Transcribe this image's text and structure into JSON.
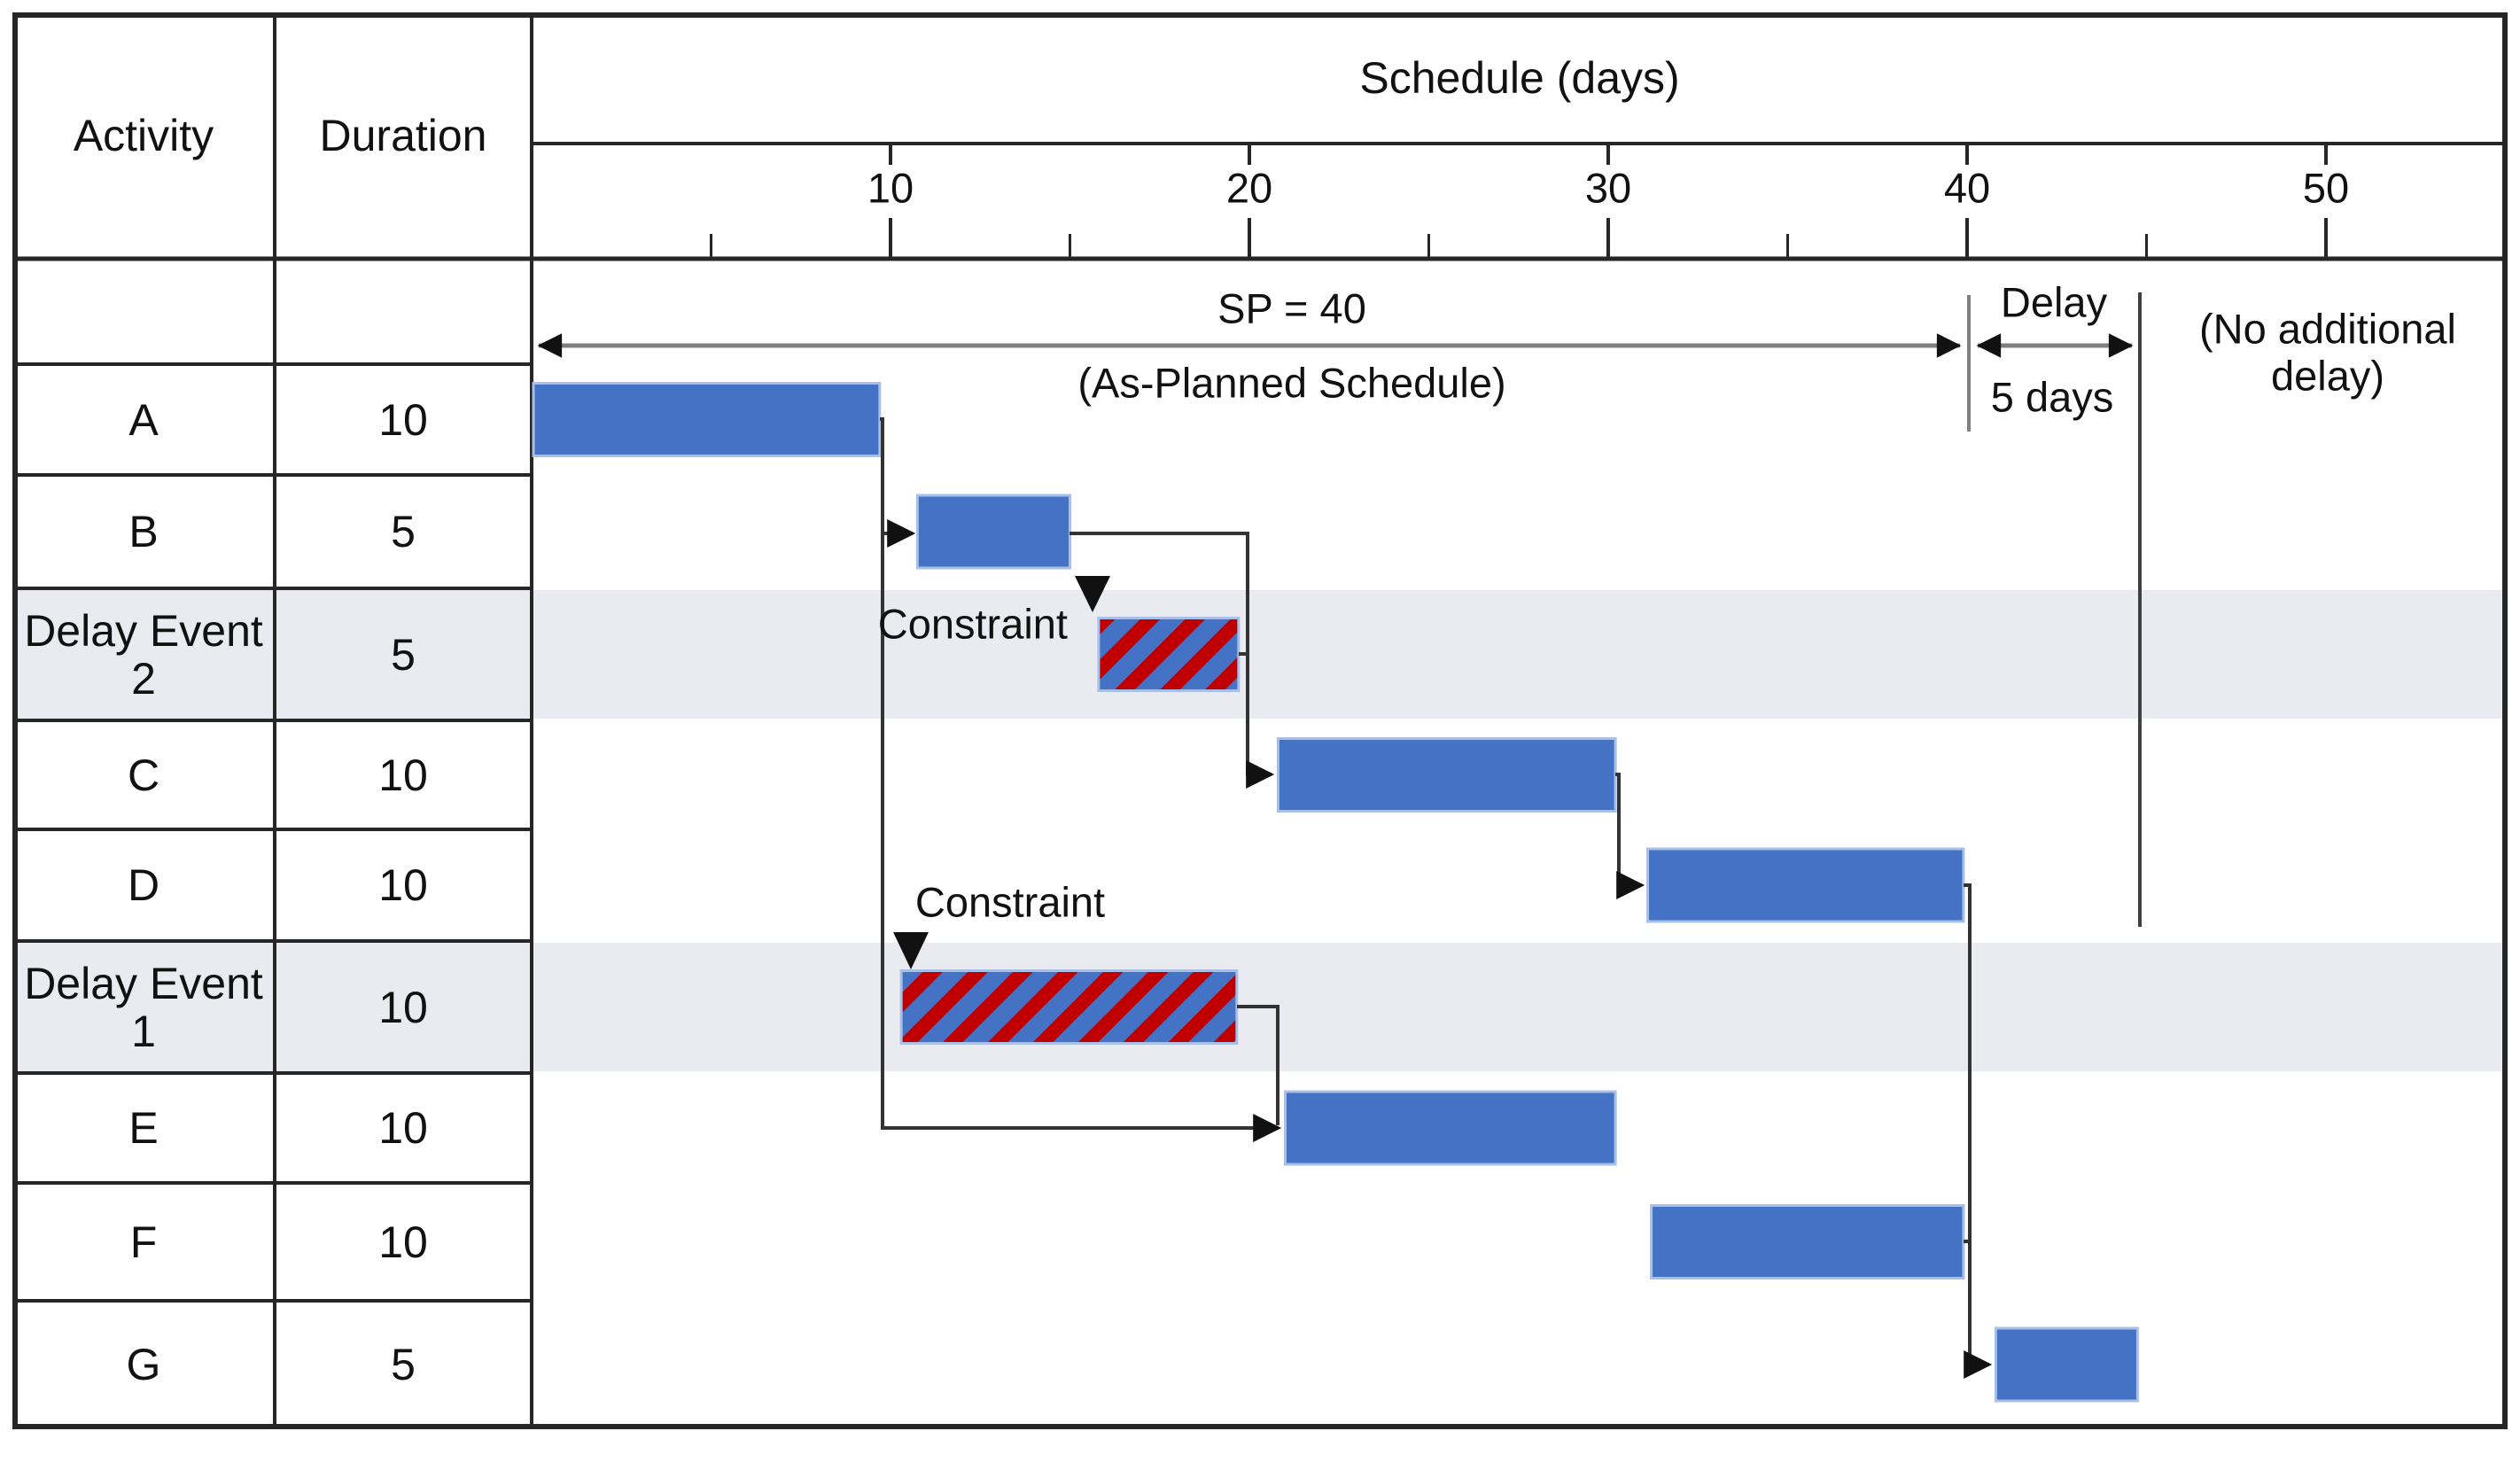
{
  "table": {
    "activity_header": "Activity",
    "duration_header": "Duration",
    "rows": [
      {
        "activity": "A",
        "duration": "10",
        "shaded": false,
        "hatched": false,
        "bar": {
          "start": 0.05,
          "end": 9.7
        }
      },
      {
        "activity": "B",
        "duration": "5",
        "shaded": false,
        "hatched": false,
        "bar": {
          "start": 10.75,
          "end": 15.0
        }
      },
      {
        "activity": "Delay Event 2",
        "duration": "5",
        "shaded": true,
        "hatched": true,
        "bar": {
          "start": 15.8,
          "end": 19.7
        }
      },
      {
        "activity": "C",
        "duration": "10",
        "shaded": false,
        "hatched": false,
        "bar": {
          "start": 20.8,
          "end": 30.2
        }
      },
      {
        "activity": "D",
        "duration": "10",
        "shaded": false,
        "hatched": false,
        "bar": {
          "start": 31.1,
          "end": 39.9
        }
      },
      {
        "activity": "Delay Event 1",
        "duration": "10",
        "shaded": true,
        "hatched": true,
        "bar": {
          "start": 10.3,
          "end": 19.65
        }
      },
      {
        "activity": "E",
        "duration": "10",
        "shaded": false,
        "hatched": false,
        "bar": {
          "start": 21.0,
          "end": 30.2
        }
      },
      {
        "activity": "F",
        "duration": "10",
        "shaded": false,
        "hatched": false,
        "bar": {
          "start": 31.2,
          "end": 39.9
        }
      },
      {
        "activity": "G",
        "duration": "5",
        "shaded": false,
        "hatched": false,
        "bar": {
          "start": 40.8,
          "end": 44.75
        }
      }
    ]
  },
  "axis": {
    "title": "Schedule (days)",
    "major_ticks": [
      "10",
      "20",
      "30",
      "40",
      "50"
    ],
    "major_tick_days": [
      10,
      20,
      30,
      40,
      50
    ],
    "minor_tick_days": [
      5,
      15,
      25,
      35,
      45
    ]
  },
  "annotations": {
    "sp_label": "SP = 40",
    "sp_sublabel": "(As-Planned Schedule)",
    "delay_label": "Delay",
    "delay_duration": "5 days",
    "no_additional_delay": "(No additional delay)",
    "constraint1": "Constraint",
    "constraint2": "Constraint"
  },
  "links": [
    {
      "from": "A",
      "to": "B",
      "arrow": true
    },
    {
      "from": "B",
      "to": "C",
      "arrow": true
    },
    {
      "from": "Delay Event 2",
      "to": "C",
      "arrow": false
    },
    {
      "from": "C",
      "to": "D",
      "arrow": true
    },
    {
      "from": "A",
      "to": "E",
      "arrow": true
    },
    {
      "from": "Delay Event 1",
      "to": "E",
      "arrow": false
    },
    {
      "from": "D",
      "to": "G",
      "arrow": true
    },
    {
      "from": "F",
      "to": "G",
      "arrow": false
    }
  ],
  "colors": {
    "bar_blue": "#4472C4",
    "bar_outline": "#A8BFE8",
    "hatch_red": "#C00000",
    "shaded_band": "#E9EBF1",
    "grid_line": "#262626",
    "connector": "#333333",
    "dimension_line": "#808080",
    "text": "#111111"
  },
  "chart_data": {
    "type": "bar",
    "subtype": "gantt",
    "title": "Schedule (days)",
    "xlabel": "Schedule (days)",
    "ylabel": "Activity",
    "xlim": [
      0,
      55
    ],
    "x_ticks": [
      10,
      20,
      30,
      40,
      50
    ],
    "grid": false,
    "categories": [
      "A",
      "B",
      "Delay Event 2",
      "C",
      "D",
      "Delay Event 1",
      "E",
      "F",
      "G"
    ],
    "durations_days": [
      10,
      5,
      5,
      10,
      10,
      10,
      10,
      10,
      5
    ],
    "bars_day_ranges": [
      [
        0,
        10
      ],
      [
        10,
        15
      ],
      [
        15,
        20
      ],
      [
        20,
        30
      ],
      [
        30,
        40
      ],
      [
        10,
        20
      ],
      [
        20,
        30
      ],
      [
        30,
        40
      ],
      [
        40,
        45
      ]
    ],
    "delay_event_rows": [
      "Delay Event 2",
      "Delay Event 1"
    ],
    "dependencies": [
      [
        "A",
        "B"
      ],
      [
        "B",
        "C"
      ],
      [
        "Delay Event 2",
        "C"
      ],
      [
        "C",
        "D"
      ],
      [
        "A",
        "E"
      ],
      [
        "Delay Event 1",
        "E"
      ],
      [
        "D",
        "G"
      ],
      [
        "F",
        "G"
      ]
    ],
    "as_planned_duration_days": 40,
    "delay_days": 5,
    "annotations": [
      "SP = 40",
      "(As-Planned Schedule)",
      "Delay",
      "5 days",
      "(No additional delay)",
      "Constraint",
      "Constraint"
    ]
  }
}
